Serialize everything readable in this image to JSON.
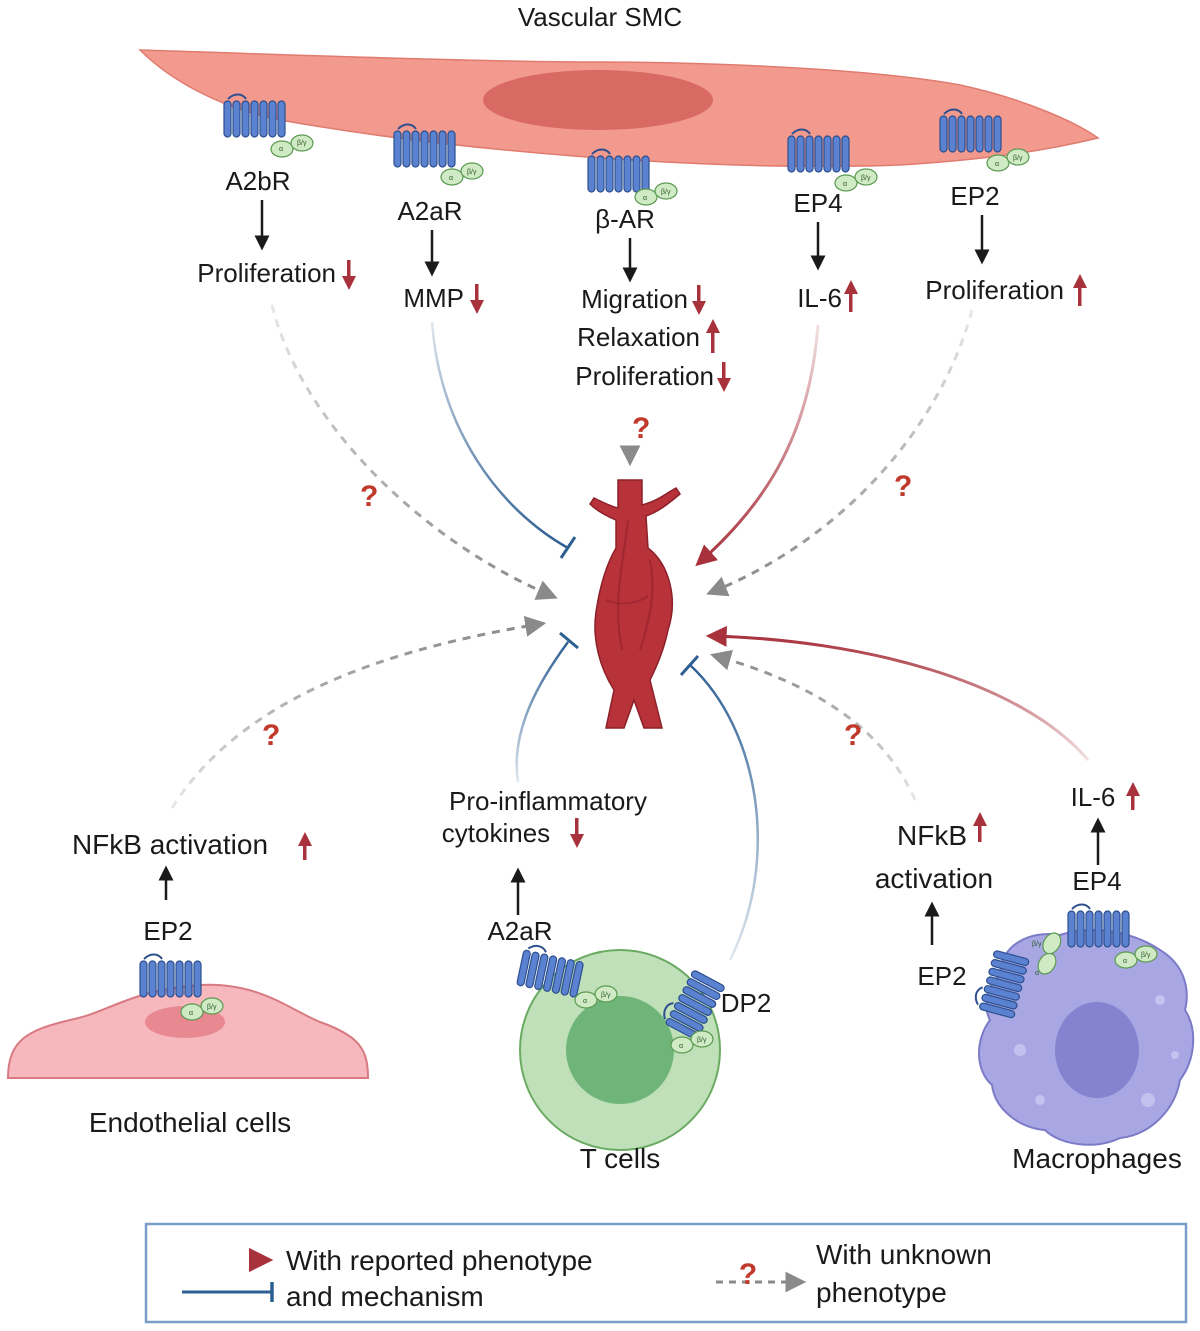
{
  "title": "Vascular SMC",
  "smc": {
    "receptors": [
      {
        "name": "A2bR",
        "effects": [
          {
            "text": "Proliferation",
            "dir": "down"
          }
        ]
      },
      {
        "name": "A2aR",
        "effects": [
          {
            "text": "MMP",
            "dir": "down"
          }
        ]
      },
      {
        "name": "β-AR",
        "effects": [
          {
            "text": "Migration",
            "dir": "down"
          },
          {
            "text": "Relaxation",
            "dir": "up"
          },
          {
            "text": "Proliferation",
            "dir": "down"
          }
        ]
      },
      {
        "name": "EP4",
        "effects": [
          {
            "text": "IL-6",
            "dir": "up"
          }
        ]
      },
      {
        "name": "EP2",
        "effects": [
          {
            "text": "Proliferation",
            "dir": "up"
          }
        ]
      }
    ]
  },
  "endothelial": {
    "label": "Endothelial cells",
    "receptor": "EP2",
    "effect": "NFkB activation",
    "effect_dir": "up"
  },
  "tcells": {
    "label": "T cells",
    "receptor_a": "A2aR",
    "receptor_b": "DP2",
    "effect_line1": "Pro-inflammatory",
    "effect_line2": "cytokines",
    "effect_dir": "down"
  },
  "macrophages": {
    "label": "Macrophages",
    "receptor_a": "EP2",
    "receptor_b": "EP4",
    "effect_a_line1": "NFkB",
    "effect_a_line2": "activation",
    "effect_a_dir": "up",
    "effect_b": "IL-6",
    "effect_b_dir": "up"
  },
  "question_mark": "?",
  "gprotein": {
    "alpha": "α",
    "betagamma": "β/γ"
  },
  "legend": {
    "reported_line1": "With reported phenotype",
    "reported_line2": "and mechanism",
    "unknown_line1": "With unknown",
    "unknown_line2": "phenotype"
  },
  "colors": {
    "smc_fill": "#f29a8e",
    "smc_nucleus": "#d96a63",
    "receptor": "#4f76c9",
    "gprotein": "#cfeac4",
    "stimulate": "#a8323c",
    "inhibit": "#2d5f92",
    "unknown": "#8a8a8a",
    "endothelial": "#f6b8bd",
    "tcell": "#bfe0b8",
    "macrophage": "#a8a7e4",
    "aorta": "#b8323a"
  }
}
